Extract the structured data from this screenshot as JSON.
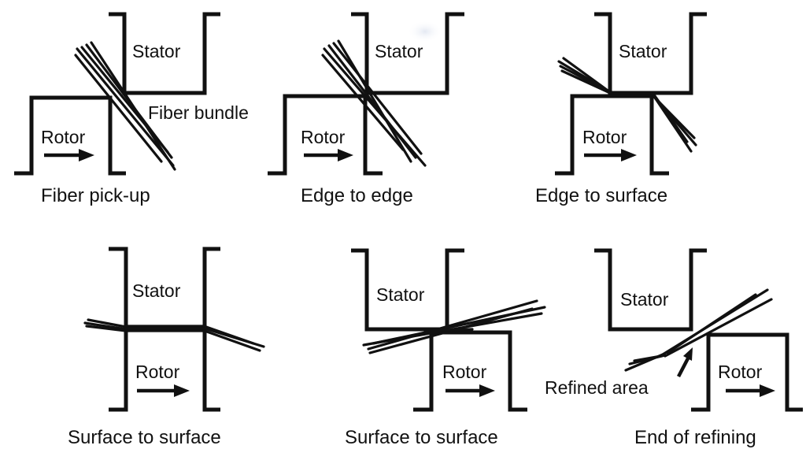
{
  "labels": {
    "stator": "Stator",
    "rotor": "Rotor",
    "fiber_bundle": "Fiber bundle",
    "refined_area": "Refined area"
  },
  "captions": [
    "Fiber pick-up",
    "Edge to edge",
    "Edge to surface",
    "Surface to surface",
    "Surface to surface",
    "End of refining"
  ],
  "colors": {
    "line": "#111111",
    "background": "#ffffff"
  }
}
